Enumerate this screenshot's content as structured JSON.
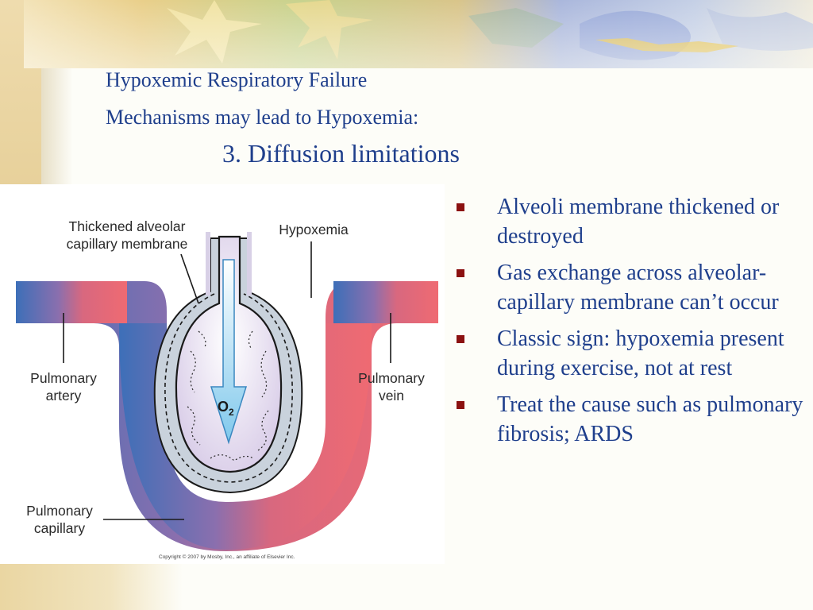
{
  "title": {
    "line1": "Hypoxemic Respiratory Failure",
    "line2": "Mechanisms may lead to Hypoxemia:",
    "line3": "3. Diffusion limitations"
  },
  "figure": {
    "label_thickened": "Thickened alveolar\ncapillary membrane",
    "label_hypoxemia": "Hypoxemia",
    "label_pulmonary_artery": "Pulmonary\nartery",
    "label_pulmonary_vein": "Pulmonary\nvein",
    "label_pulmonary_capillary": "Pulmonary\ncapillary",
    "label_o2": "O",
    "label_o2_sub": "2",
    "copyright": "Copyright © 2007 by Mosby, Inc., an affiliate of Elsevier Inc."
  },
  "bullets": [
    "Alveoli membrane thickened or destroyed",
    "Gas exchange across alveolar-capillary membrane can’t occur",
    "Classic sign: hypoxemia present during exercise, not at rest",
    "Treat the cause such as pulmonary fibrosis; ARDS"
  ],
  "colors": {
    "title_text": "#1f3f8c",
    "bullet_marker": "#8b1111",
    "artery_blue": "#3d6fb8",
    "vein_red": "#ef6a72"
  }
}
